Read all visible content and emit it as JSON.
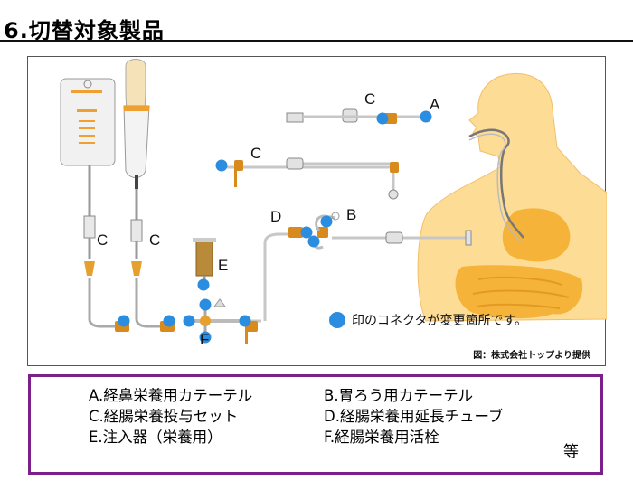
{
  "title": "6.切替対象製品",
  "figure": {
    "callouts": {
      "a": "A",
      "b": "B",
      "c_set_left": "C",
      "c_set_right": "C",
      "c_nasal": "C",
      "c_mid": "C",
      "d": "D",
      "e": "E",
      "f": "F"
    },
    "marker_note": "印のコネクタが変更箇所です。",
    "credit": "図：株式会社トップより提供",
    "colors": {
      "marker": "#2b8de0",
      "connector": "#d98a1c",
      "body": "#fddc96",
      "organ": "#f5b33a"
    }
  },
  "legend": {
    "items": [
      "A.経鼻栄養用カテーテル",
      "B.胃ろう用カテーテル",
      "C.経腸栄養投与セット",
      "D.経腸栄養用延長チューブ",
      "E.注入器（栄養用）",
      "F.経腸栄養用活栓"
    ],
    "etc": "等"
  }
}
